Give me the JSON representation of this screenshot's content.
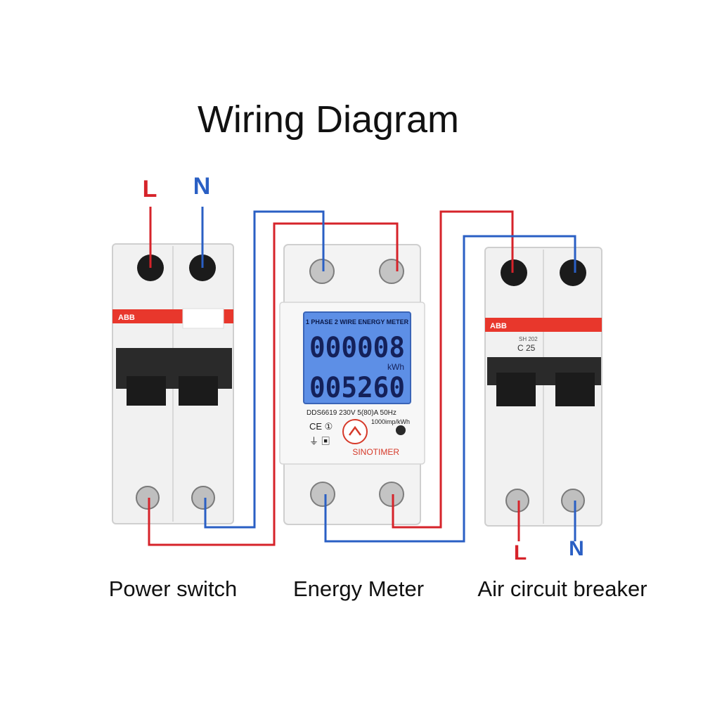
{
  "title": "Wiring Diagram",
  "labels": {
    "input_live": "L",
    "input_neutral": "N",
    "output_live": "L",
    "output_neutral": "N"
  },
  "captions": {
    "power_switch": "Power switch",
    "energy_meter": "Energy Meter",
    "air_breaker": "Air circuit breaker"
  },
  "breaker_left": {
    "brand": "ABB"
  },
  "breaker_right": {
    "brand": "ABB",
    "model": "SH 202",
    "rating": "C 25"
  },
  "meter": {
    "header": "1 PHASE 2 WIRE ENERGY METER",
    "reading_top": "000008",
    "reading_top_decimal": "8",
    "unit": "kWh",
    "reading_bottom": "005260",
    "spec": "DDS6619 230V  5(80)A  50Hz",
    "impulse": "1000imp/kWh",
    "brand": "SINOTIMER",
    "ce_mark": "CE ①"
  },
  "colors": {
    "live": "#d6232a",
    "neutral": "#2a5fc4",
    "abb_red": "#e8372c",
    "lcd": "#5d8fe6"
  }
}
